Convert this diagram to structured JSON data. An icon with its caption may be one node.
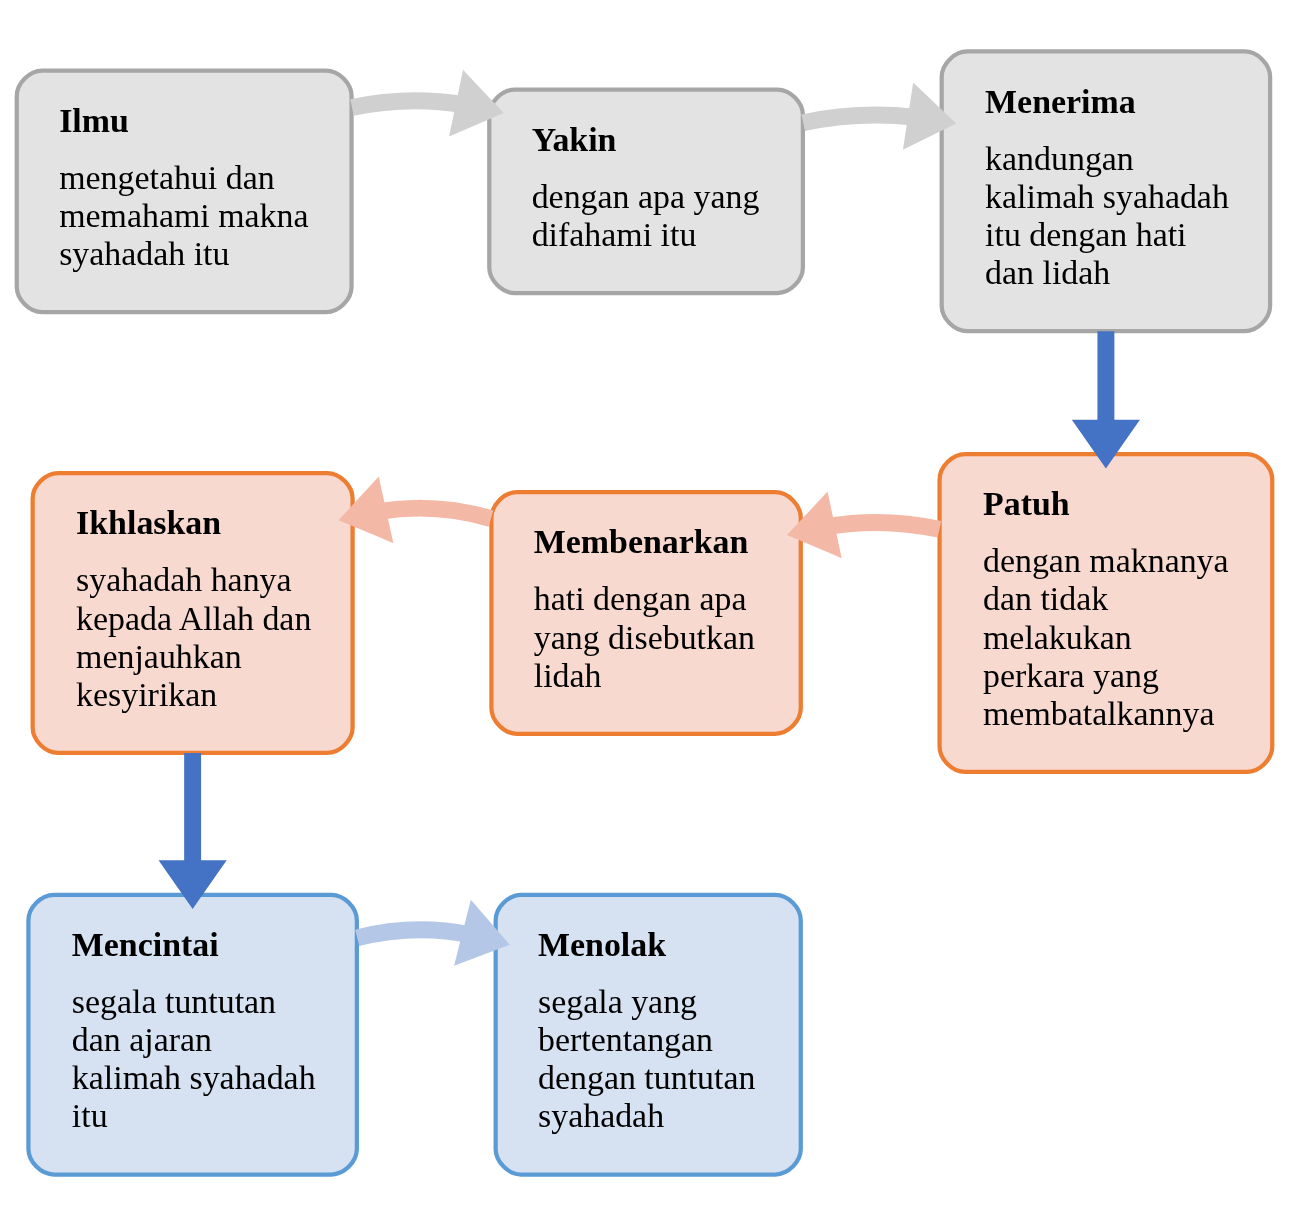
{
  "diagram": {
    "nodes": [
      {
        "text": [
          "Ilmu",
          "mengetahui dan memahami makna syahadah itu"
        ]
      },
      {
        "text": [
          "Yakin",
          "dengan apa yang difahami itu"
        ]
      },
      {
        "text": [
          "Menerima",
          "kandungan kalimah syahadah itu dengan hati dan lidah"
        ]
      },
      {
        "text": [
          "Ikhlaskan",
          "syahadah hanya kepada Allah dan menjauhkan kesyirikan"
        ]
      },
      {
        "text": [
          "Membenarkan",
          "hati dengan apa yang disebutkan lidah"
        ]
      },
      {
        "text": [
          "Patuh",
          "dengan maknanya dan tidak melakukan perkara yang membatalkannya"
        ]
      },
      {
        "text": [
          "Mencintai",
          "segala tuntutan dan ajaran kalimah syahadah itu"
        ]
      },
      {
        "text": [
          "Menolak",
          "segala yang bertentangan dengan tuntutan syahadah"
        ]
      }
    ],
    "edges": [
      {
        "from": 0,
        "to": 1,
        "arrow": "to",
        "color": "#d0d0d0"
      },
      {
        "from": 1,
        "to": 2,
        "arrow": "to",
        "color": "#d0d0d0"
      },
      {
        "from": 2,
        "to": 5,
        "arrow": "to",
        "color": "#4472c4"
      },
      {
        "from": 5,
        "to": 4,
        "arrow": "to",
        "color": "#f4b9a6"
      },
      {
        "from": 4,
        "to": 3,
        "arrow": "to",
        "color": "#f4b9a6"
      },
      {
        "from": 3,
        "to": 6,
        "arrow": "to",
        "color": "#4472c4"
      },
      {
        "from": 6,
        "to": 7,
        "arrow": "to",
        "color": "#b4c7e7"
      }
    ]
  }
}
